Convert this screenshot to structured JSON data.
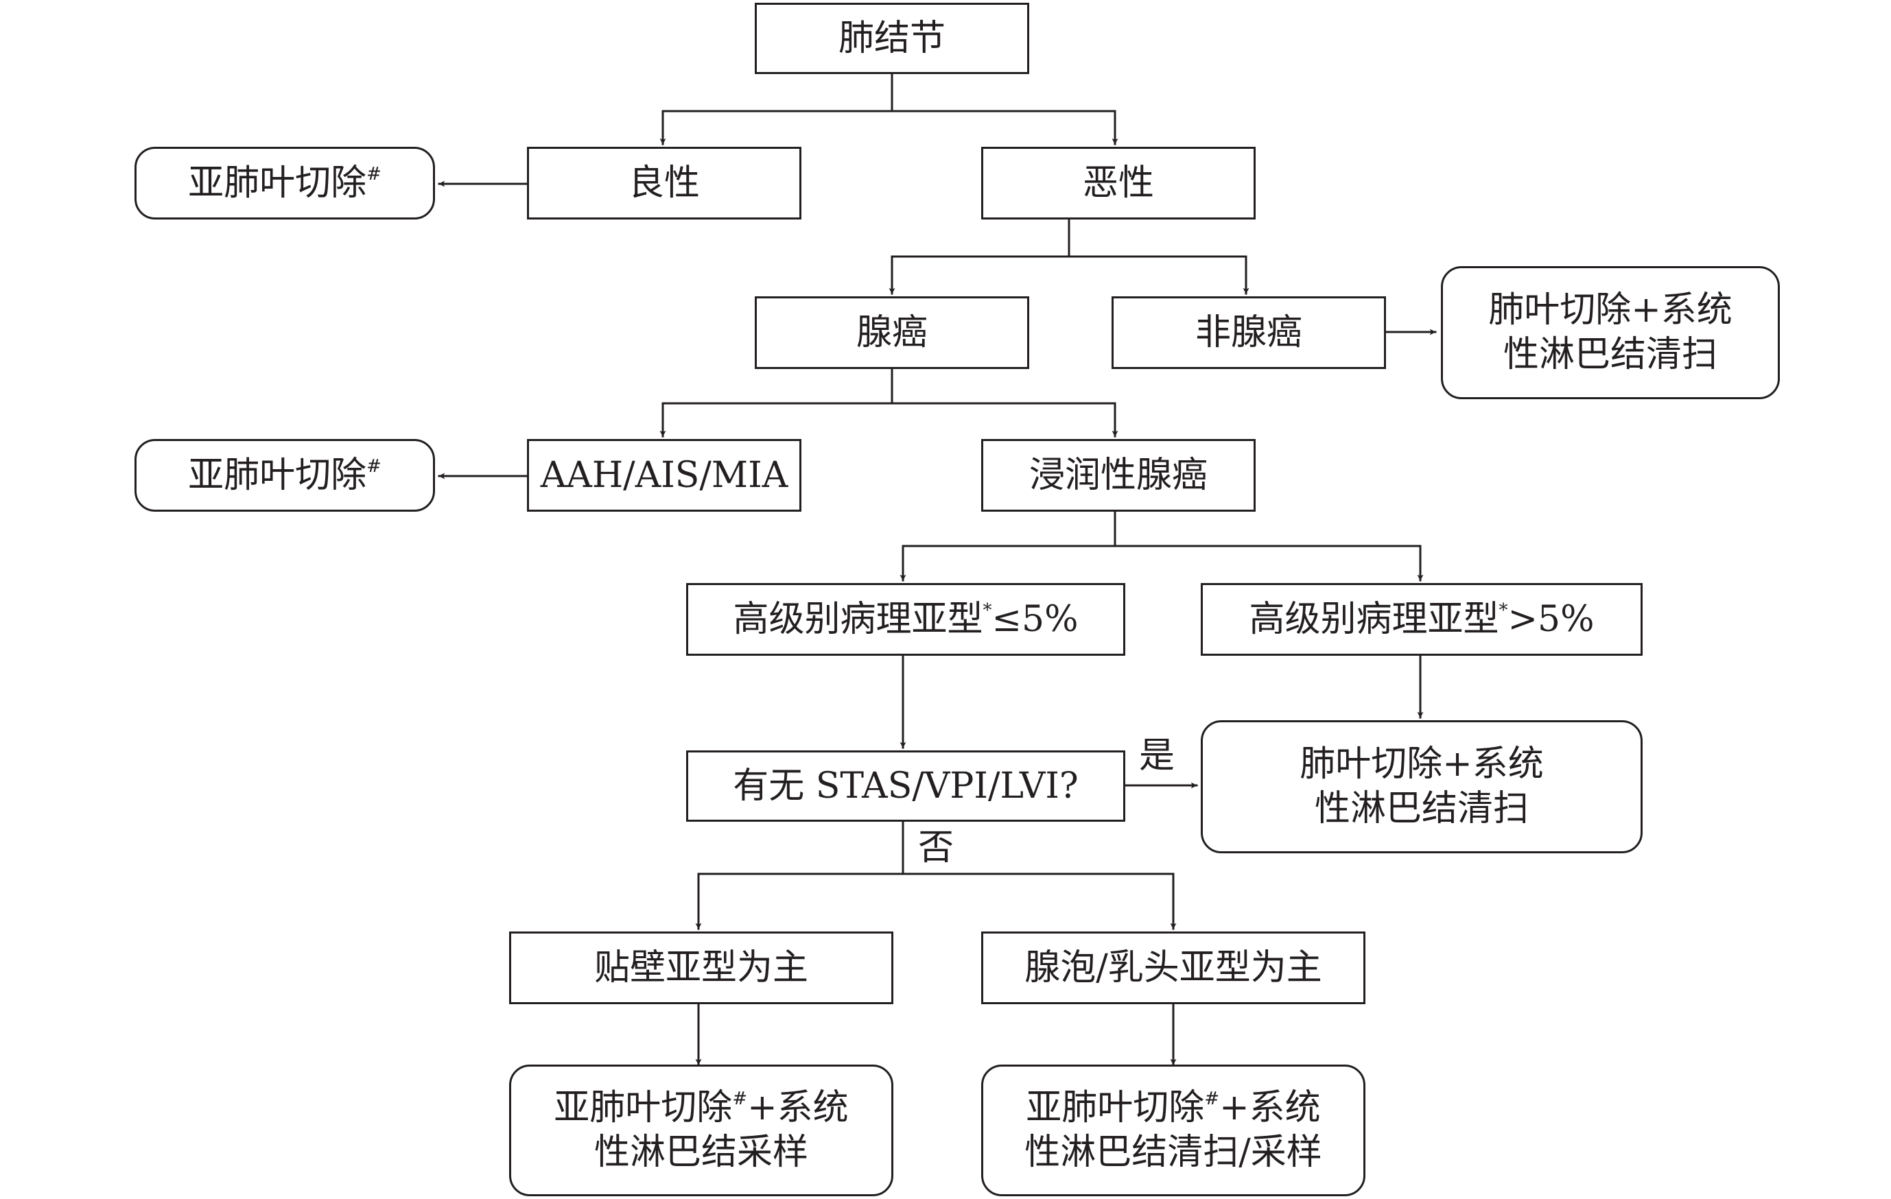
{
  "nodes": {
    "root": "肺结节",
    "benign": "良性",
    "benign_treatment": {
      "text": "亚肺叶切除",
      "mark": "#"
    },
    "malignant": "恶性",
    "adenocarcinoma": "腺癌",
    "non_adenocarcinoma": "非腺癌",
    "non_adeno_treatment": {
      "line1": "肺叶切除+系统",
      "line2": "性淋巴结清扫"
    },
    "preinvasive": "AAH/AIS/MIA",
    "preinvasive_treatment": {
      "text": "亚肺叶切除",
      "mark": "#"
    },
    "invasive": "浸润性腺癌",
    "high_grade_low": {
      "text_before": "高级别病理亚型",
      "mark": "*",
      "text_after": "≤5%"
    },
    "high_grade_high": {
      "text_before": "高级别病理亚型",
      "mark": "*",
      "text_after": ">5%"
    },
    "high_grade_treatment": {
      "line1": "肺叶切除+系统",
      "line2": "性淋巴结清扫"
    },
    "stas_question": "有无 STAS/VPI/LVI?",
    "lepidic": "贴壁亚型为主",
    "acinar_papillary": "腺泡/乳头亚型为主",
    "lepidic_treatment": {
      "line1_before": "亚肺叶切除",
      "mark": "#",
      "line1_after": "+系统",
      "line2": "性淋巴结采样"
    },
    "acinar_treatment": {
      "line1_before": "亚肺叶切除",
      "mark": "#",
      "line1_after": "+系统",
      "line2": "性淋巴结清扫/采样"
    }
  },
  "edge_labels": {
    "yes": "是",
    "no": "否"
  },
  "colors": {
    "stroke": "#231f20",
    "background": "#ffffff"
  }
}
